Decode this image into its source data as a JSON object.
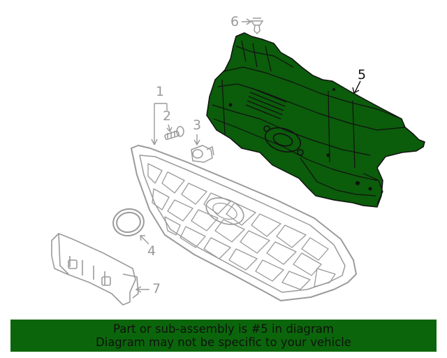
{
  "callouts": {
    "c1": "1",
    "c2": "2",
    "c3": "3",
    "c4": "4",
    "c5": "5",
    "c6": "6",
    "c7": "7"
  },
  "banner": {
    "line1": "Part or sub-assembly is #5 in diagram",
    "line2": "Diagram may not be specific to your vehicle"
  },
  "colors": {
    "highlight": "#0b5c0b",
    "banner": "#0b660b",
    "lineart": "#9a9a9a",
    "outline": "#111111"
  }
}
